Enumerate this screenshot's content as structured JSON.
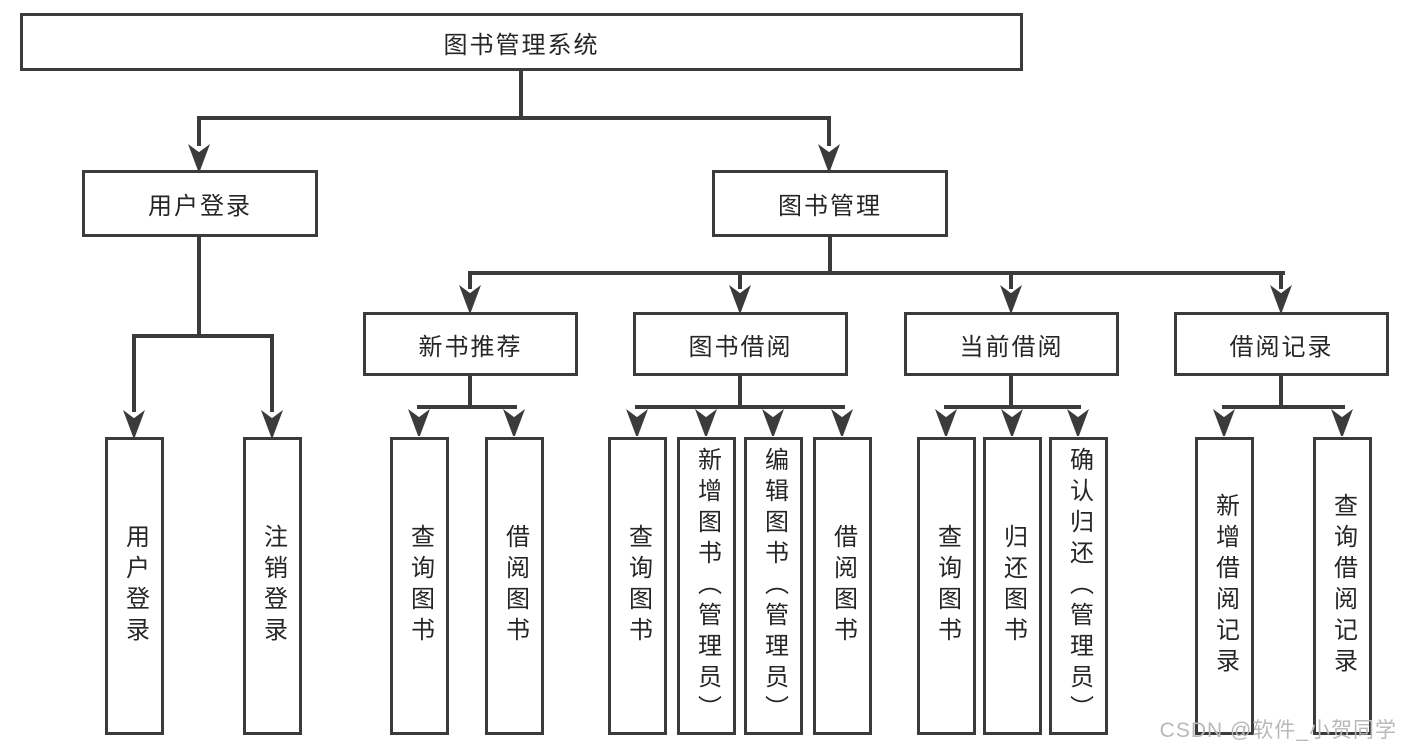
{
  "tree": {
    "label": "图书管理系统",
    "children": [
      {
        "label": "用户登录",
        "children": [
          {
            "label": "用户登录"
          },
          {
            "label": "注销登录"
          }
        ]
      },
      {
        "label": "图书管理",
        "children": [
          {
            "label": "新书推荐",
            "children": [
              {
                "label": "查询图书"
              },
              {
                "label": "借阅图书"
              }
            ]
          },
          {
            "label": "图书借阅",
            "children": [
              {
                "label": "查询图书"
              },
              {
                "label": "新增图书（管理员）"
              },
              {
                "label": "编辑图书（管理员）"
              },
              {
                "label": "借阅图书"
              }
            ]
          },
          {
            "label": "当前借阅",
            "children": [
              {
                "label": "查询图书"
              },
              {
                "label": "归还图书"
              },
              {
                "label": "确认归还（管理员）"
              }
            ]
          },
          {
            "label": "借阅记录",
            "children": [
              {
                "label": "新增借阅记录"
              },
              {
                "label": "查询借阅记录"
              }
            ]
          }
        ]
      }
    ]
  },
  "watermark": {
    "text": "CSDN @软件_小贺同学"
  },
  "colors": {
    "line": "#3b3b3b",
    "text": "#262626",
    "watermark": "#b9b9b9",
    "background": "#ffffff"
  }
}
